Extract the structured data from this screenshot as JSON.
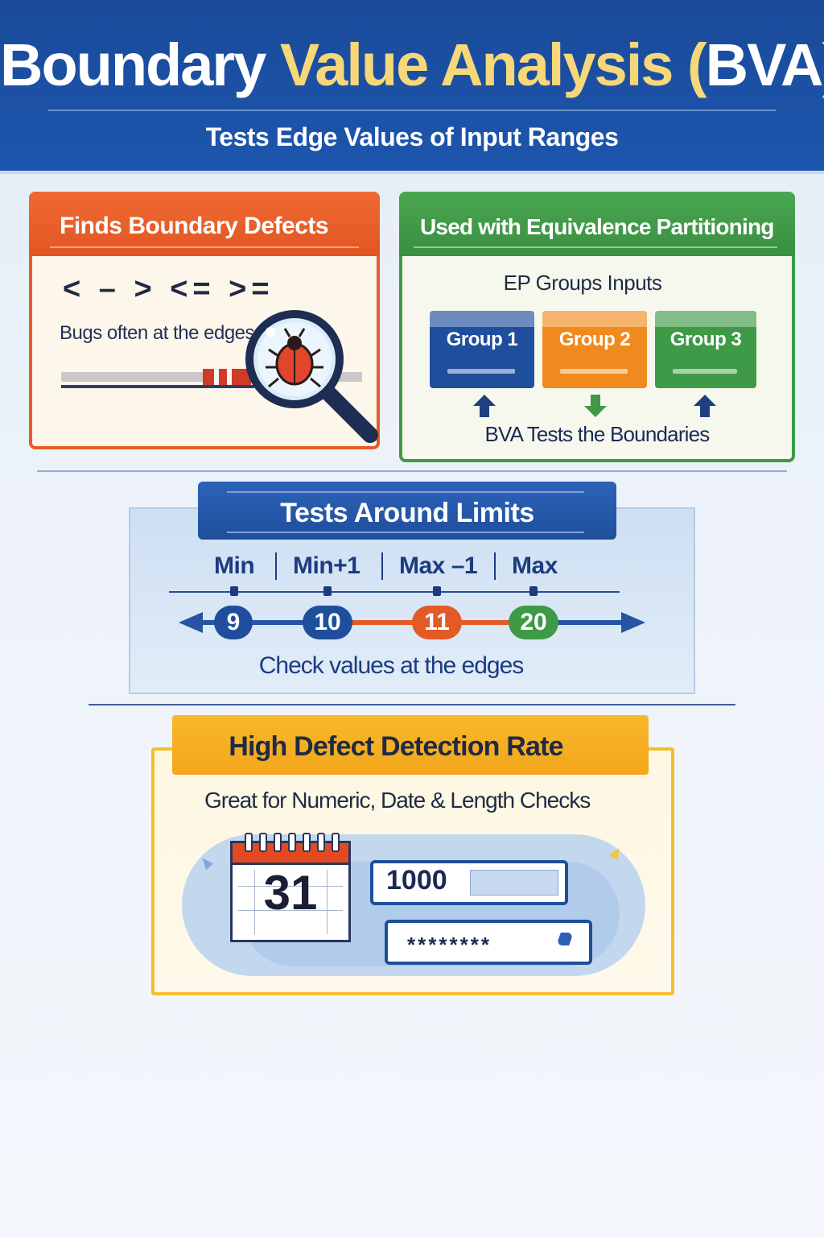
{
  "header": {
    "title_part1": "Boundary",
    "title_part2": "Value Analysis (",
    "title_part3": "BVA",
    "title_part4": ")",
    "subtitle": "Tests Edge Values of Input Ranges"
  },
  "card_defects": {
    "title": "Finds Boundary Defects",
    "operators": "< – > <= >=",
    "caption": "Bugs often at the edges",
    "icon": "magnifier-bug-icon"
  },
  "card_ep": {
    "title": "Used with Equivalence Partitioning",
    "subtitle": "EP Groups Inputs",
    "groups": [
      "Group 1",
      "Group 2",
      "Group 3"
    ],
    "caption": "BVA Tests the Boundaries",
    "colors": {
      "group1": "#1f4e9c",
      "group2": "#f08a1e",
      "group3": "#3e9a46"
    }
  },
  "limits": {
    "title": "Tests Around Limits",
    "labels": [
      "Min",
      "Min+1",
      "Max –1",
      "Max"
    ],
    "values": [
      "9",
      "10",
      "11",
      "20"
    ],
    "caption": "Check values at the edges"
  },
  "defect_rate": {
    "title": "High Defect Detection Rate",
    "caption": "Great for Numeric, Date & Length Checks",
    "calendar_day": "31",
    "number_field": "1000",
    "password_field": "********"
  }
}
